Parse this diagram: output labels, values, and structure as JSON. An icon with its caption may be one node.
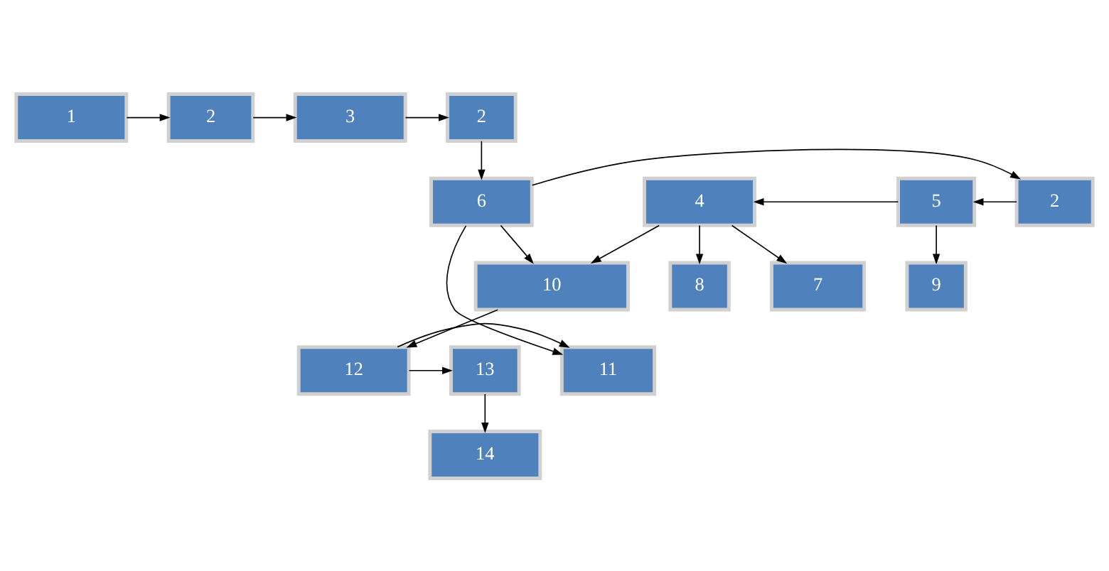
{
  "diagram": {
    "nodes": [
      {
        "text": [
          "1"
        ]
      },
      {
        "text": [
          "2"
        ]
      },
      {
        "text": [
          "3"
        ]
      },
      {
        "text": [
          "2"
        ]
      },
      {
        "text": [
          "4"
        ]
      },
      {
        "text": [
          "5"
        ]
      },
      {
        "text": [
          "2"
        ]
      },
      {
        "text": [
          "6"
        ]
      },
      {
        "text": [
          "7"
        ]
      },
      {
        "text": [
          "8"
        ]
      },
      {
        "text": [
          "9"
        ]
      },
      {
        "text": [
          "10"
        ]
      },
      {
        "text": [
          "11"
        ]
      },
      {
        "text": [
          "12"
        ]
      },
      {
        "text": [
          "13"
        ]
      },
      {
        "text": [
          "14"
        ]
      }
    ],
    "edges": [
      {
        "from": 0,
        "to": 1,
        "arrow": "to"
      },
      {
        "from": 1,
        "to": 2,
        "arrow": "to"
      },
      {
        "from": 2,
        "to": 3,
        "arrow": "to"
      },
      {
        "from": 3,
        "to": 7,
        "arrow": "to"
      },
      {
        "from": 7,
        "to": 6,
        "arrow": "to"
      },
      {
        "from": 6,
        "to": 5,
        "arrow": "to"
      },
      {
        "from": 5,
        "to": 4,
        "arrow": "to"
      },
      {
        "from": 4,
        "to": 8,
        "arrow": "to"
      },
      {
        "from": 4,
        "to": 9,
        "arrow": "to"
      },
      {
        "from": 5,
        "to": 10,
        "arrow": "to"
      },
      {
        "from": 4,
        "to": 11,
        "arrow": "to"
      },
      {
        "from": 7,
        "to": 11,
        "arrow": "to"
      },
      {
        "from": 7,
        "to": 12,
        "arrow": "to"
      },
      {
        "from": 11,
        "to": 13,
        "arrow": "to"
      },
      {
        "from": 13,
        "to": 12,
        "arrow": "to"
      },
      {
        "from": 13,
        "to": 14,
        "arrow": "to"
      },
      {
        "from": 14,
        "to": 15,
        "arrow": "to"
      }
    ]
  }
}
